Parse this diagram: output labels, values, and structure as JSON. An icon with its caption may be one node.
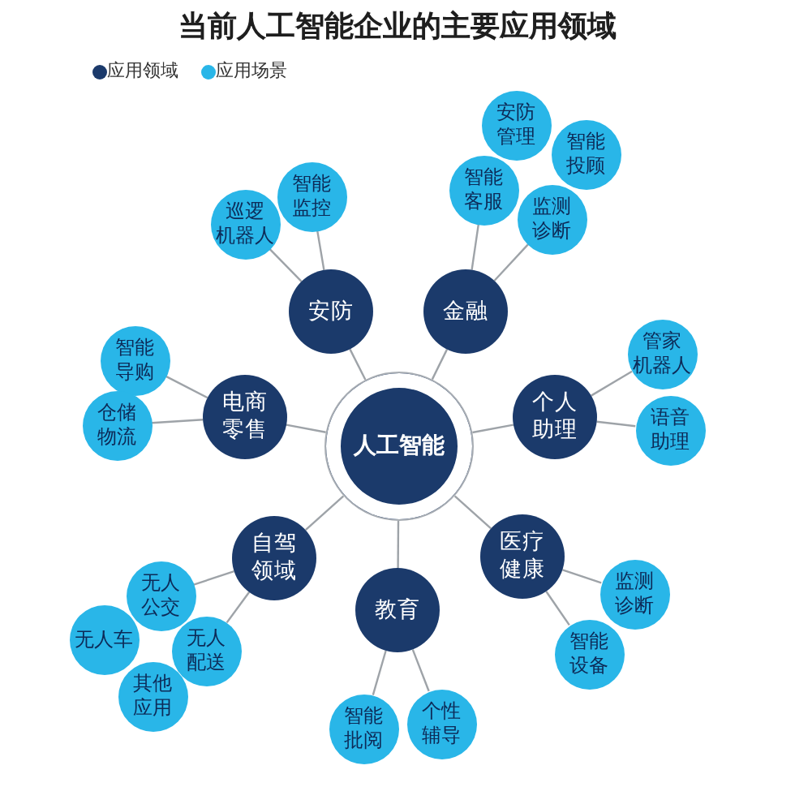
{
  "diagram": {
    "title": "当前人工智能企业的主要应用领域",
    "nodes": [
      {
        "text": [
          "人工智能"
        ]
      },
      {
        "text": [
          "安防"
        ]
      },
      {
        "text": [
          "金融"
        ]
      },
      {
        "text": [
          "个人助理"
        ]
      },
      {
        "text": [
          "医疗健康"
        ]
      },
      {
        "text": [
          "教育"
        ]
      },
      {
        "text": [
          "自驾领域"
        ]
      },
      {
        "text": [
          "电商零售"
        ]
      },
      {
        "text": [
          "巡逻机器人"
        ]
      },
      {
        "text": [
          "智能监控"
        ]
      },
      {
        "text": [
          "智能客服"
        ]
      },
      {
        "text": [
          "监测诊断"
        ]
      },
      {
        "text": [
          "安防管理"
        ]
      },
      {
        "text": [
          "智能投顾"
        ]
      },
      {
        "text": [
          "管家机器人"
        ]
      },
      {
        "text": [
          "语音助理"
        ]
      },
      {
        "text": [
          "监测诊断"
        ]
      },
      {
        "text": [
          "智能设备"
        ]
      },
      {
        "text": [
          "智能批阅"
        ]
      },
      {
        "text": [
          "个性辅导"
        ]
      },
      {
        "text": [
          "无人公交"
        ]
      },
      {
        "text": [
          "无人配送"
        ]
      },
      {
        "text": [
          "无人车"
        ]
      },
      {
        "text": [
          "其他应用"
        ]
      },
      {
        "text": [
          "智能导购"
        ]
      },
      {
        "text": [
          "仓储物流"
        ]
      }
    ],
    "edges": [
      {
        "from": 0,
        "to": 1,
        "arrow": "none"
      },
      {
        "from": 0,
        "to": 2,
        "arrow": "none"
      },
      {
        "from": 0,
        "to": 3,
        "arrow": "none"
      },
      {
        "from": 0,
        "to": 4,
        "arrow": "none"
      },
      {
        "from": 0,
        "to": 5,
        "arrow": "none"
      },
      {
        "from": 0,
        "to": 6,
        "arrow": "none"
      },
      {
        "from": 0,
        "to": 7,
        "arrow": "none"
      },
      {
        "from": 1,
        "to": 8,
        "arrow": "none"
      },
      {
        "from": 1,
        "to": 9,
        "arrow": "none"
      },
      {
        "from": 2,
        "to": 10,
        "arrow": "none"
      },
      {
        "from": 2,
        "to": 11,
        "arrow": "none"
      },
      {
        "from": 3,
        "to": 14,
        "arrow": "none"
      },
      {
        "from": 3,
        "to": 15,
        "arrow": "none"
      },
      {
        "from": 4,
        "to": 16,
        "arrow": "none"
      },
      {
        "from": 4,
        "to": 17,
        "arrow": "none"
      },
      {
        "from": 5,
        "to": 18,
        "arrow": "none"
      },
      {
        "from": 5,
        "to": 19,
        "arrow": "none"
      },
      {
        "from": 6,
        "to": 20,
        "arrow": "none"
      },
      {
        "from": 6,
        "to": 21,
        "arrow": "none"
      },
      {
        "from": 7,
        "to": 24,
        "arrow": "none"
      },
      {
        "from": 7,
        "to": 25,
        "arrow": "none"
      }
    ],
    "legend": [
      {
        "text": "应用领域",
        "color": "#1b3a6b"
      },
      {
        "text": "应用场景",
        "color": "#29b6e8"
      }
    ]
  }
}
